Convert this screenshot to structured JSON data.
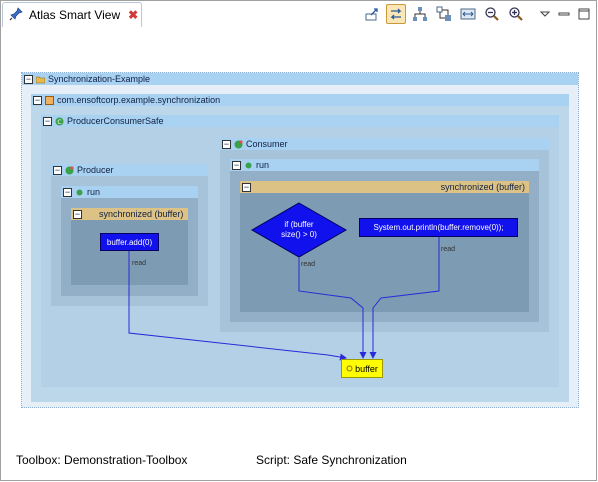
{
  "tab": {
    "title": "Atlas Smart View",
    "close": "✖"
  },
  "toolbar": {
    "icons": [
      "export-icon",
      "link-icon",
      "hierarchy-icon",
      "expand-icon",
      "fit-icon",
      "zoom-out-icon",
      "zoom-in-icon",
      "view-menu-icon",
      "minimize-icon",
      "maximize-icon"
    ]
  },
  "graph": {
    "project": "Synchronization-Example",
    "package": "com.ensoftcorp.example.synchronization",
    "class": "ProducerConsumerSafe",
    "producer": {
      "title": "Producer",
      "method": "run",
      "sync": "synchronized (buffer)",
      "statement": "buffer.add(0)"
    },
    "consumer": {
      "title": "Consumer",
      "method": "run",
      "sync": "synchronized (buffer)",
      "condition": "if (buffer\nsize() > 0)",
      "statement": "System.out.println(buffer.remove(0));"
    },
    "field": "buffer",
    "edge_label": "read"
  },
  "footer": {
    "toolbox": "Toolbox: Demonstration-Toolbox",
    "script": "Script: Safe Synchronization"
  },
  "colors": {
    "container_blue": "#b3d0e6",
    "header_blue": "#a9d2f2",
    "sync_header": "#dcc285",
    "node_blue": "#1111ee",
    "field_yellow": "#ffff00"
  }
}
